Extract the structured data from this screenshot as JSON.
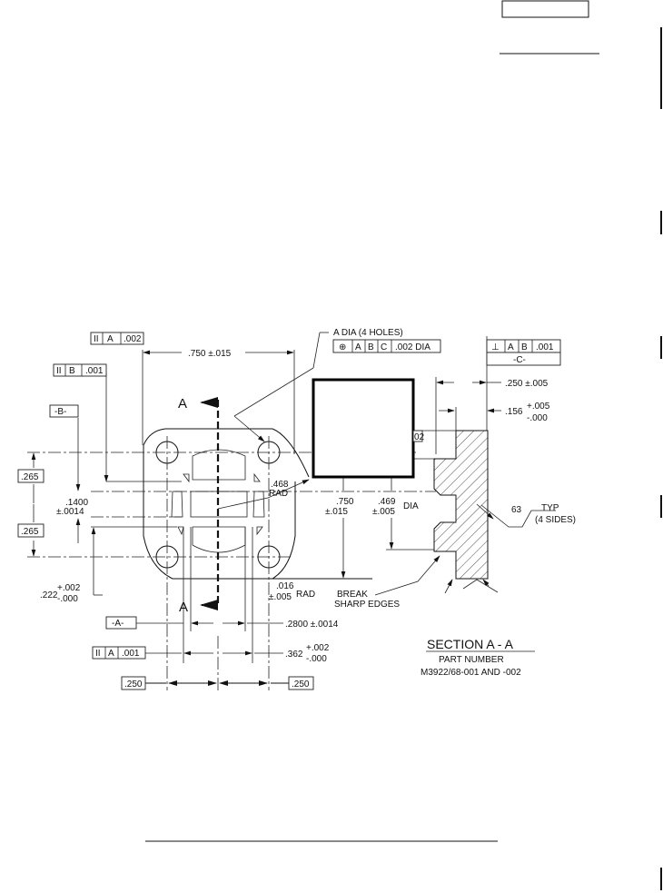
{
  "labels": {
    "fc_parallel_a_002": [
      "II",
      "A",
      ".002"
    ],
    "fc_parallel_b_001": [
      "II",
      "B",
      ".001"
    ],
    "datum_b": "-B-",
    "dim_750_015": ".750 ±.015",
    "hole_note": "A  DIA (4 HOLES)",
    "fc_position": [
      "⊕",
      "A",
      "B",
      "C",
      ".002 DIA"
    ],
    "fc_perp": [
      "⊥",
      "A",
      "B",
      ".001"
    ],
    "datum_c": "-C-",
    "dim_250_005": ".250 ±.005",
    "dim_156": ".156",
    "dim_156_tol_plus": "+.005",
    "dim_156_tol_minus": "-.000",
    "partial_02": "02",
    "dim_265_top": ".265",
    "dim_265_bottom": ".265",
    "dim_1400": ".1400",
    "dim_1400_tol": "±.0014",
    "dim_468": ".468",
    "dim_rad": "RAD",
    "dim_750_b": ".750",
    "dim_750_b_tol": "±.015",
    "dim_469": ".469",
    "dim_469_tol": "±.005",
    "dim_dia": "DIA",
    "finish_63": "63",
    "finish_typ": "TYP",
    "finish_sides": "(4 SIDES)",
    "dim_222": ".222",
    "dim_222_plus": "+.002",
    "dim_222_minus": "-.000",
    "dim_016": ".016",
    "dim_016_tol": "±.005",
    "dim_016_rad": "RAD",
    "break_1": "BREAK",
    "break_2": "SHARP EDGES",
    "section_a_top": "A",
    "section_a_bottom": "A",
    "datum_a": "-A-",
    "dim_2800": ".2800 ±.0014",
    "fc_parallel_a_001": [
      "II",
      "A",
      ".001"
    ],
    "dim_362": ".362",
    "dim_362_plus": "+.002",
    "dim_362_minus": "-.000",
    "dim_250_left": ".250",
    "dim_250_right": ".250",
    "section_title": "SECTION  A - A",
    "part_number_label": "PART NUMBER",
    "part_number": "M3922/68-001 AND -002"
  }
}
